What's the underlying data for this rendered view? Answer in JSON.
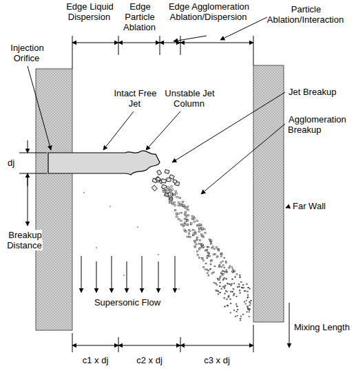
{
  "diagram": {
    "labels": [
      "Edge Liquid Dispersion",
      "Edge Particle Ablation",
      "Edge Agglomeration Ablation/Dispersion",
      "Particle Ablation/Interaction",
      "Injection Orifice",
      "Intact Free Jet",
      "Unstable Jet Column",
      "Jet Breakup",
      "Agglomeration Breakup",
      "dj",
      "Breakup Distance",
      "Supersonic Flow",
      "Far Wall",
      "Mixing Length",
      "c1 x dj",
      "c2 x dj",
      "c3 x dj"
    ]
  }
}
